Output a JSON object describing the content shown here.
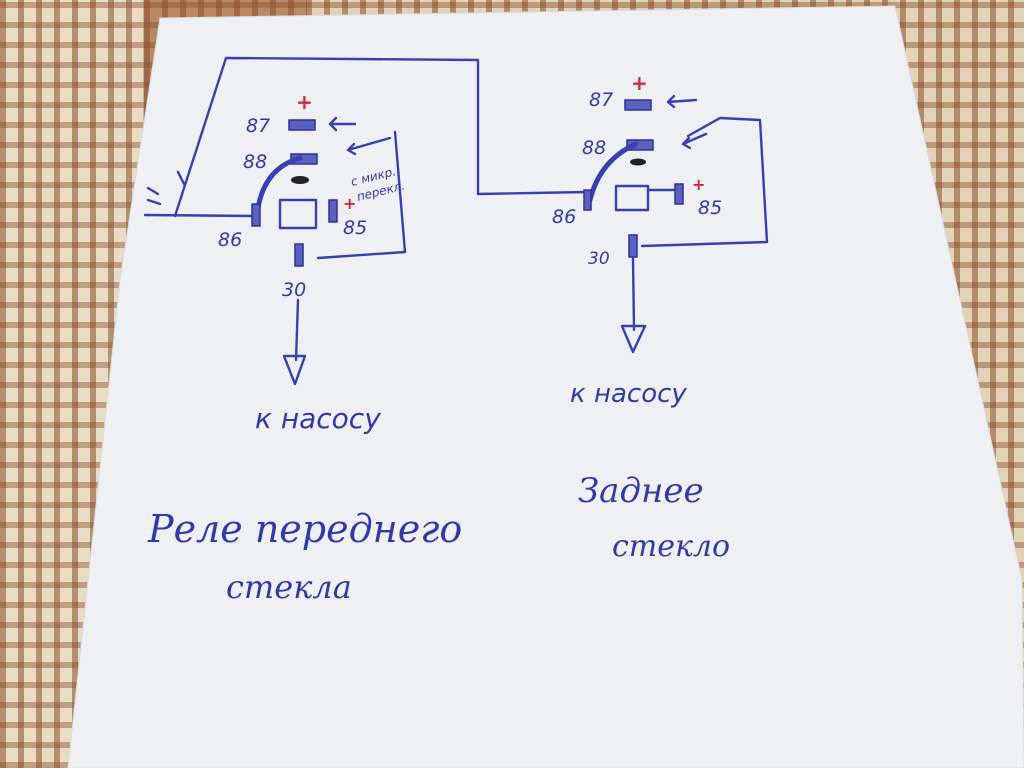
{
  "colors": {
    "paper": "#eef0f4",
    "ink": "#3a3fb0",
    "plus_mark": "#d0283a",
    "tablecloth": "#c9a98a"
  },
  "front_relay": {
    "pin_87": "87",
    "pin_88": "88",
    "pin_86": "86",
    "pin_85": "85",
    "pin_30": "30",
    "plus": "+",
    "note_line1": "с микр.",
    "note_line2": "перекл.",
    "pump_label": "к насосу",
    "caption_line1": "Реле переднего",
    "caption_line2": "стекла"
  },
  "rear_relay": {
    "pin_87": "87",
    "pin_88": "88",
    "pin_86": "86",
    "pin_85": "85",
    "pin_30": "30",
    "plus": "+",
    "pump_label": "к насосу",
    "caption_line1": "Заднее",
    "caption_line2": "стекло"
  }
}
